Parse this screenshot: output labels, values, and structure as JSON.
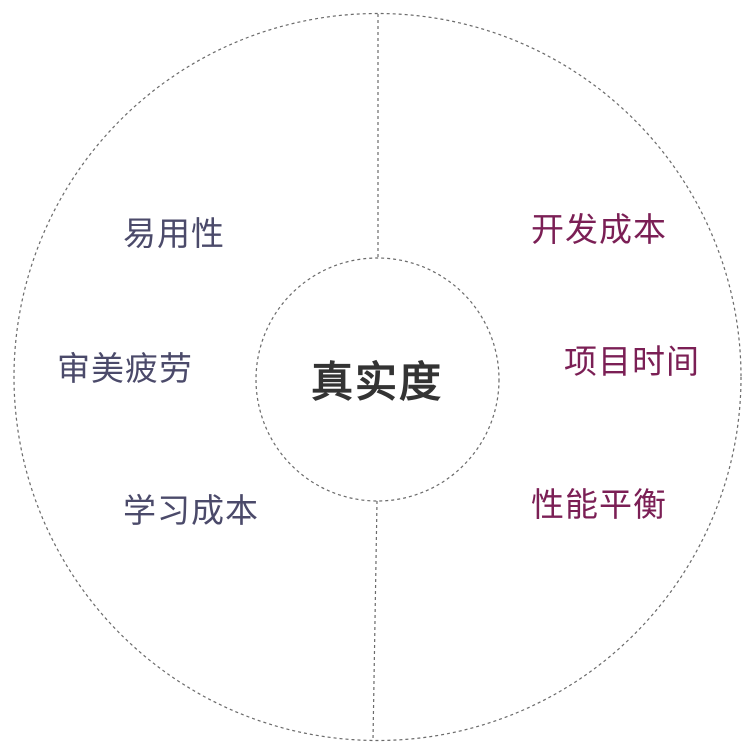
{
  "diagram": {
    "center": {
      "label": "真实度"
    },
    "left_factors": [
      {
        "label": "易用性"
      },
      {
        "label": "审美疲劳"
      },
      {
        "label": "学习成本"
      }
    ],
    "right_factors": [
      {
        "label": "开发成本"
      },
      {
        "label": "项目时间"
      },
      {
        "label": "性能平衡"
      }
    ],
    "colors": {
      "left_text": "#4b4a6a",
      "right_text": "#7b1f55",
      "center_text": "#333333",
      "dashed_lines": "#666666",
      "background": "#ffffff"
    }
  }
}
